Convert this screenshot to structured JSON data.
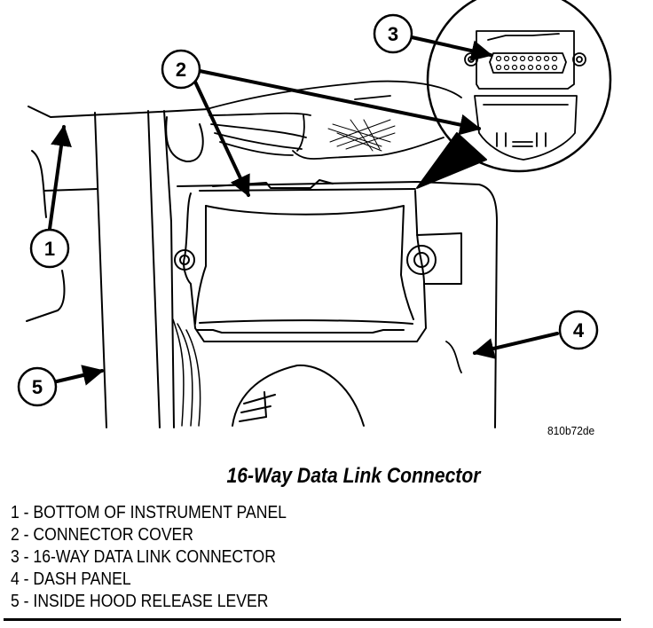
{
  "figure": {
    "code": "810b72de",
    "caption": "16-Way Data Link Connector"
  },
  "callouts": [
    {
      "number": "1",
      "label": "BOTTOM OF INSTRUMENT PANEL"
    },
    {
      "number": "2",
      "label": "CONNECTOR COVER"
    },
    {
      "number": "3",
      "label": "16-WAY DATA LINK CONNECTOR"
    },
    {
      "number": "4",
      "label": "DASH PANEL"
    },
    {
      "number": "5",
      "label": "INSIDE HOOD RELEASE LEVER"
    }
  ],
  "legend": [
    "1 - BOTTOM OF INSTRUMENT PANEL",
    "2 - CONNECTOR COVER",
    "3 - 16-WAY DATA LINK CONNECTOR",
    "4 - DASH PANEL",
    "5 - INSIDE HOOD RELEASE LEVER"
  ],
  "colors": {
    "ink": "#000000",
    "paper": "#ffffff"
  }
}
